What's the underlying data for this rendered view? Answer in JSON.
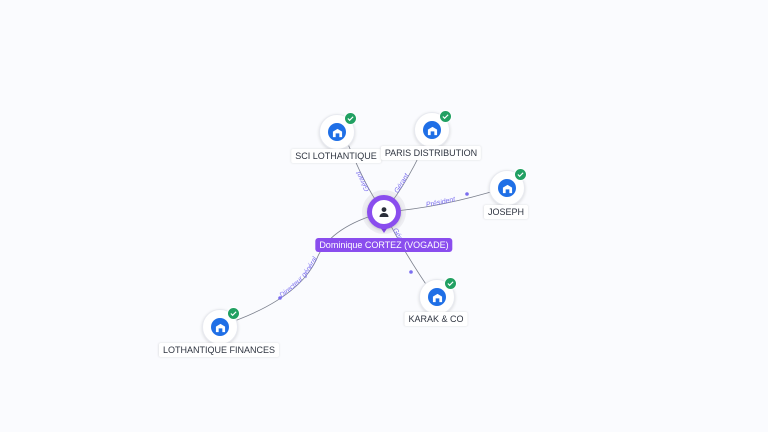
{
  "center": {
    "label": "Dominique CORTEZ (VOGADE)",
    "icon": "person-icon",
    "color": "#8a4dee"
  },
  "companies": [
    {
      "id": "sci-lothantique",
      "label": "SCI LOTHANTIQUE",
      "icon": "company-icon",
      "verified": true
    },
    {
      "id": "paris-distribution",
      "label": "PARIS DISTRIBUTION",
      "icon": "company-icon",
      "verified": true
    },
    {
      "id": "joseph",
      "label": "JOSEPH",
      "icon": "company-icon",
      "verified": true
    },
    {
      "id": "karak-co",
      "label": "KARAK & CO",
      "icon": "company-icon",
      "verified": true
    },
    {
      "id": "lothantique-finances",
      "label": "LOTHANTIQUE FINANCES",
      "icon": "company-icon",
      "verified": true
    }
  ],
  "relations": [
    {
      "to": "sci-lothantique",
      "role": "Gérant"
    },
    {
      "to": "paris-distribution",
      "role": "Gérant"
    },
    {
      "to": "joseph",
      "role": "Président"
    },
    {
      "to": "karak-co",
      "role": "Gérant"
    },
    {
      "to": "lothantique-finances",
      "role": "Directeur général"
    }
  ],
  "colors": {
    "company_icon": "#1f6fe6",
    "verified_badge": "#21a062",
    "role_label": "#7b6ef0"
  }
}
